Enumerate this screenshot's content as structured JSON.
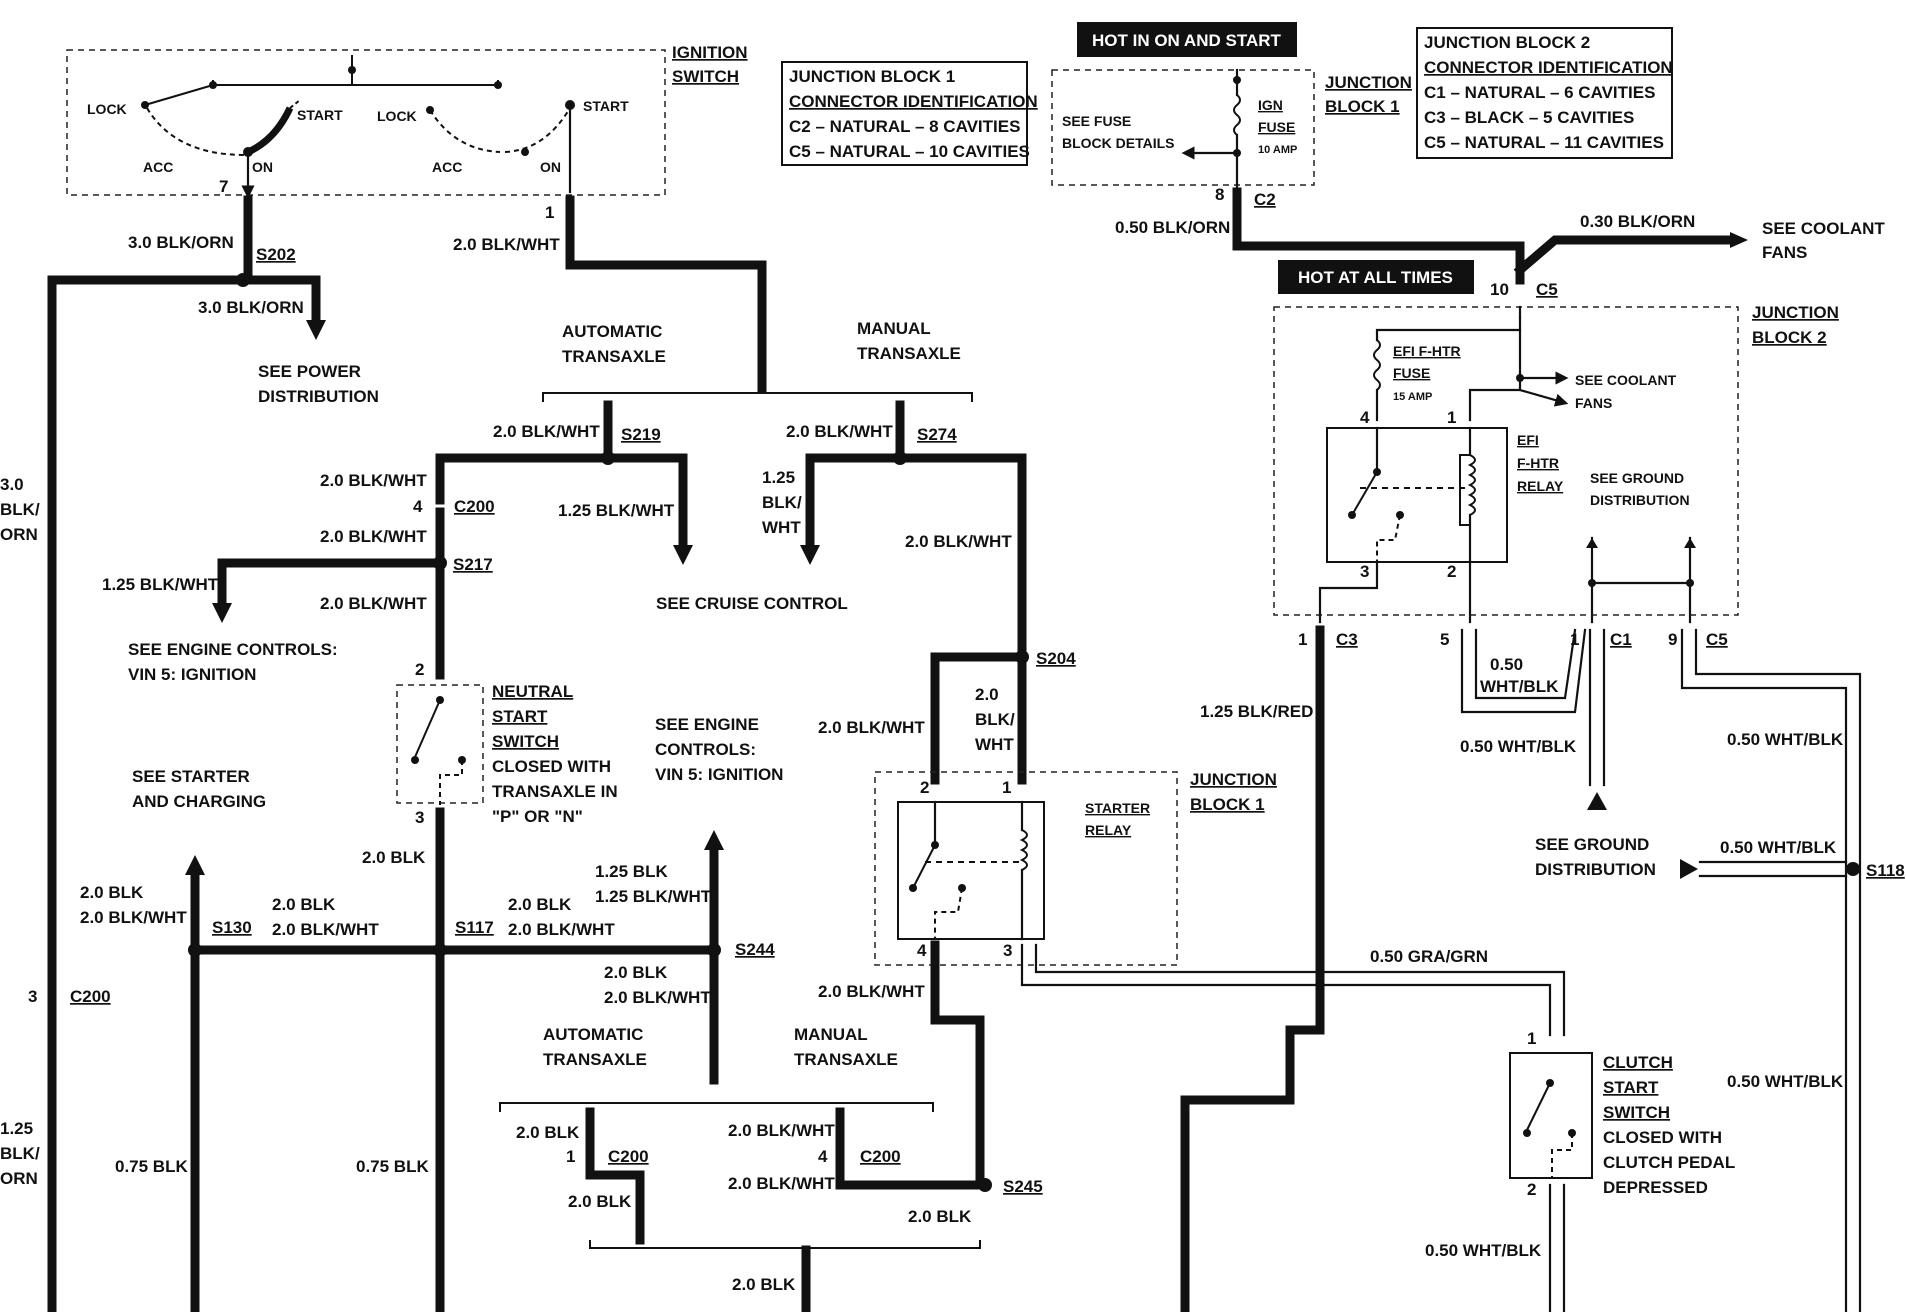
{
  "ignition_switch": {
    "title_line1": "IGNITION",
    "title_line2": "SWITCH",
    "pos_lock": "LOCK",
    "pos_start": "START",
    "pos_acc": "ACC",
    "pos_on": "ON"
  },
  "junction_block_1_id": {
    "title_line1": "JUNCTION BLOCK 1",
    "title_line2": "CONNECTOR IDENTIFICATION",
    "rows": [
      "C2 – NATURAL – 8 CAVITIES",
      "C5 – NATURAL – 10 CAVITIES"
    ]
  },
  "junction_block_2_id": {
    "title_line1": "JUNCTION BLOCK 2",
    "title_line2": "CONNECTOR IDENTIFICATION",
    "rows": [
      "C1 – NATURAL – 6 CAVITIES",
      "C3 – BLACK – 5 CAVITIES",
      "C5 – NATURAL – 11 CAVITIES"
    ]
  },
  "banners": {
    "hot_in_on_start": "HOT IN ON AND START",
    "hot_at_all_times": "HOT AT ALL TIMES"
  },
  "ign_fuse": {
    "see_fuse_line1": "SEE FUSE",
    "see_fuse_line2": "BLOCK DETAILS",
    "name_line1": "IGN",
    "name_line2": "FUSE",
    "rating": "10 AMP",
    "jb_line1": "JUNCTION",
    "jb_line2": "BLOCK 1"
  },
  "jb2": {
    "title_line1": "JUNCTION",
    "title_line2": "BLOCK 2",
    "fuse_line1": "EFI F-HTR",
    "fuse_line2": "FUSE",
    "fuse_rating": "15 AMP",
    "relay_line1": "EFI",
    "relay_line2": "F-HTR",
    "relay_line3": "RELAY",
    "see_coolant_fans_line1": "SEE COOLANT",
    "see_coolant_fans_line2": "FANS",
    "see_ground_line1": "SEE GROUND",
    "see_ground_line2": "DISTRIBUTION"
  },
  "starter_relay": {
    "jb_line1": "JUNCTION",
    "jb_line2": "BLOCK 1",
    "name_line1": "STARTER",
    "name_line2": "RELAY"
  },
  "neutral_start_switch": {
    "name_line1": "NEUTRAL",
    "name_line2": "START",
    "name_line3": "SWITCH",
    "desc_line1": "CLOSED WITH",
    "desc_line2": "TRANSAXLE IN",
    "desc_line3": "\"P\" OR \"N\""
  },
  "clutch_start_switch": {
    "name_line1": "CLUTCH",
    "name_line2": "START",
    "name_line3": "SWITCH",
    "desc_line1": "CLOSED WITH",
    "desc_line2": "CLUTCH PEDAL",
    "desc_line3": "DEPRESSED"
  },
  "references": {
    "power_line1": "SEE POWER",
    "power_line2": "DISTRIBUTION",
    "cruise": "SEE CRUISE CONTROL",
    "engine_a_line1": "SEE ENGINE CONTROLS:",
    "engine_a_line2": "VIN 5: IGNITION",
    "engine_b_line1": "SEE ENGINE",
    "engine_b_line2": "CONTROLS:",
    "engine_b_line3": "VIN 5: IGNITION",
    "starter_line1": "SEE STARTER",
    "starter_line2": "AND CHARGING",
    "coolant_line1": "SEE COOLANT",
    "coolant_line2": "FANS",
    "ground_line1": "SEE GROUND",
    "ground_line2": "DISTRIBUTION"
  },
  "transaxle": {
    "automatic_line1": "AUTOMATIC",
    "automatic_line2": "TRANSAXLE",
    "manual_line1": "MANUAL",
    "manual_line2": "TRANSAXLE"
  },
  "splices": {
    "s202": "S202",
    "s219": "S219",
    "s274": "S274",
    "s217": "S217",
    "s204": "S204",
    "s130": "S130",
    "s117": "S117",
    "s244": "S244",
    "s245": "S245",
    "s118": "S118"
  },
  "connectors": {
    "c200": "C200",
    "c2": "C2",
    "c5": "C5",
    "c3": "C3",
    "c1": "C1",
    "pin1": "1",
    "pin2": "2",
    "pin3": "3",
    "pin4": "4",
    "pin5": "5",
    "pin7": "7",
    "pin8": "8",
    "pin9": "9",
    "pin10": "10"
  },
  "wires": {
    "w30_blk_orn": "3.0 BLK/ORN",
    "w30_l1": "3.0",
    "w30_l2": "BLK/",
    "w30_l3": "ORN",
    "w20_blk_wht": "2.0 BLK/WHT",
    "w125_blk_wht": "1.25 BLK/WHT",
    "w125_l1": "1.25",
    "w125_l2": "BLK/",
    "w125_l3": "WHT",
    "w20_l1": "2.0",
    "w20_l2": "BLK/",
    "w20_l3": "WHT",
    "w20_blk": "2.0 BLK",
    "w125_blk": "1.25 BLK",
    "w075_blk": "0.75 BLK",
    "w125_orn_l1": "1.25",
    "w125_orn_l2": "BLK/",
    "w125_orn_l3": "ORN",
    "w050_blk_orn": "0.50 BLK/ORN",
    "w030_blk_orn": "0.30 BLK/ORN",
    "w125_blk_red": "1.25 BLK/RED",
    "w050_l1": "0.50",
    "w050_l2": "WHT/BLK",
    "w050_wht_blk": "0.50 WHT/BLK",
    "w050_gra_grn": "0.50 GRA/GRN"
  }
}
